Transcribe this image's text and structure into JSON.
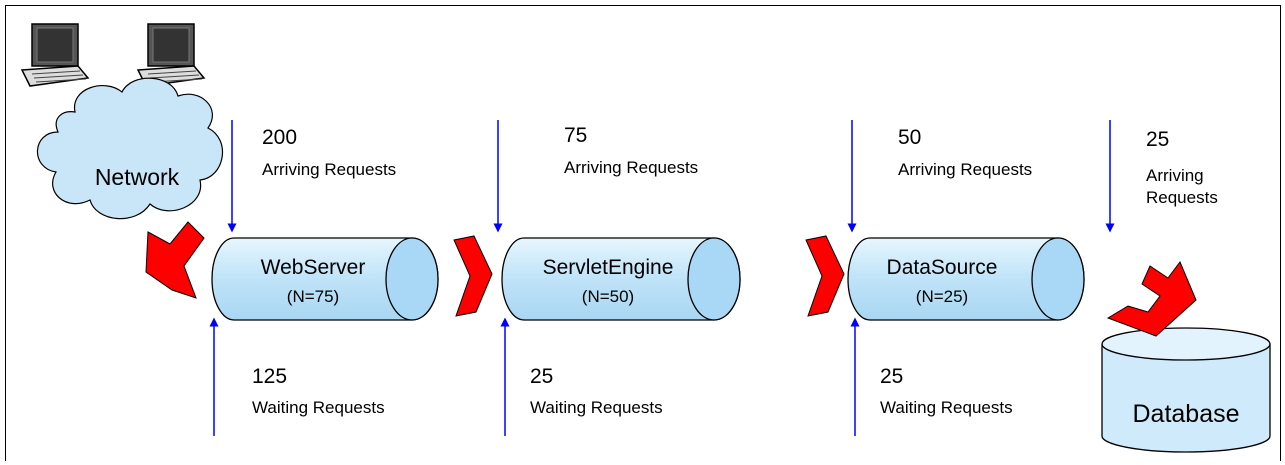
{
  "network": {
    "label": "Network"
  },
  "database": {
    "label": "Database"
  },
  "stages": [
    {
      "name": "WebServer",
      "capacity": "(N=75)",
      "arriving_count": "200",
      "arriving_label": "Arriving Requests",
      "waiting_count": "125",
      "waiting_label": "Waiting Requests"
    },
    {
      "name": "ServletEngine",
      "capacity": "(N=50)",
      "arriving_count": "75",
      "arriving_label": "Arriving Requests",
      "waiting_count": "25",
      "waiting_label": "Waiting Requests"
    },
    {
      "name": "DataSource",
      "capacity": "(N=25)",
      "arriving_count": "50",
      "arriving_label": "Arriving Requests",
      "waiting_count": "25",
      "waiting_label": "Waiting Requests"
    }
  ],
  "database_arrivals": {
    "count": "25",
    "label_line1": "Arriving",
    "label_line2": "Requests"
  },
  "colors": {
    "pipe_fill": "#bfe3f8",
    "pipe_end": "#a8d8f5",
    "arrow_blue": "#0000ff",
    "flow_red": "#ff0000",
    "cloud_fill": "#c9e6f9"
  }
}
